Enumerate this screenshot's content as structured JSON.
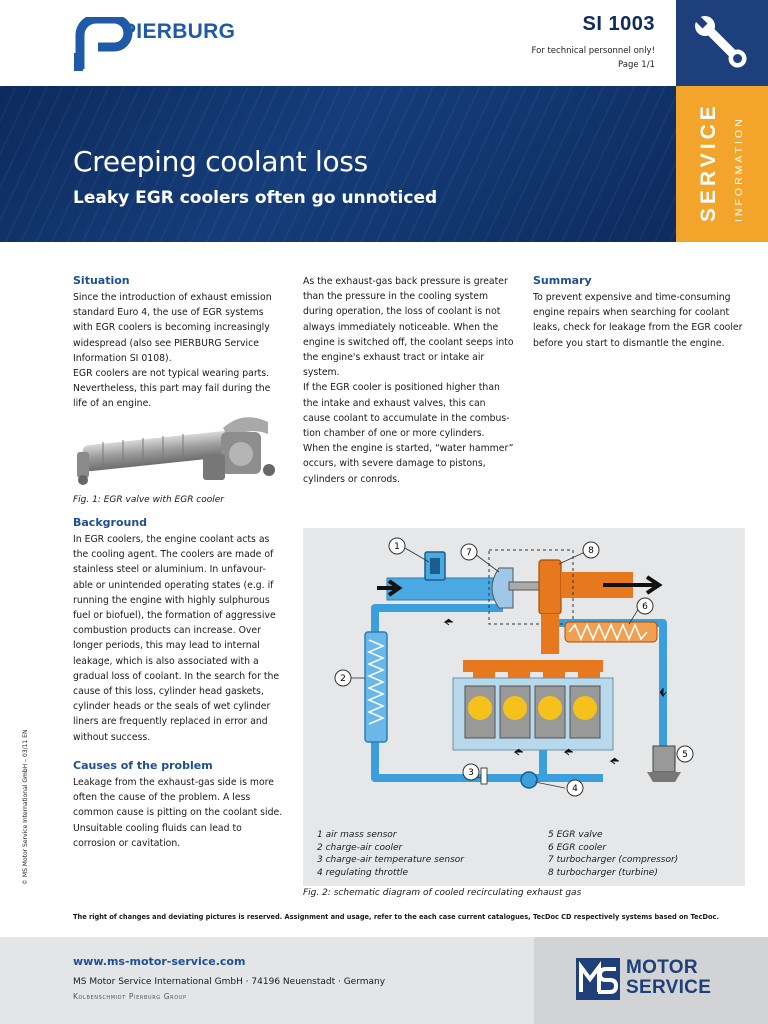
{
  "header": {
    "brand": "PIERBURG",
    "si_number": "SI 1003",
    "technical_note": "For technical personnel only!",
    "page": "Page 1/1",
    "service_label": "SERVICE",
    "information_label": "INFORMATION"
  },
  "banner": {
    "title": "Creeping coolant loss",
    "subtitle": "Leaky EGR coolers often go unnoticed"
  },
  "situation": {
    "heading": "Situation",
    "p1": "Since the introduction of exhaust emission standard Euro 4, the use of EGR systems with EGR coolers is becoming increasingly widespread (also see PIERBURG Service Information SI 0108).",
    "p2": "EGR coolers are not typical wearing parts. Nevertheless, this part may fail during the life of an engine."
  },
  "fig1": {
    "caption": "Fig. 1: EGR valve with EGR cooler"
  },
  "background": {
    "heading": "Background",
    "p1": "In EGR coolers, the engine coolant acts as the cooling agent. The coolers are made of stainless steel or aluminium. In unfavour-able or unintended operating states (e.g. if running the engine with highly sulphurous fuel or biofuel), the formation of aggressive combustion products can increase. Over longer periods, this may lead to internal leakage, which is also associated with a gradual loss of coolant. In the search for the cause of this loss, cylinder head gaskets, cylinder heads or the seals of wet cylinder liners are frequently replaced in error and without success."
  },
  "causes": {
    "heading": "Causes of the problem",
    "p1": "Leakage from the exhaust-gas side is more often the cause of the problem. A less common cause is pitting on the coolant side. Unsuitable cooling fluids can lead to corrosion or cavitation."
  },
  "middle": {
    "p1": "As the exhaust-gas back pressure is greater than the pressure in the cooling system during operation, the loss of coolant is not always immediately noticeable. When the engine is switched off, the coolant seeps into the engine's exhaust tract or intake air system.",
    "p2": "If the EGR cooler is positioned higher than the intake and exhaust valves, this can cause coolant to accumulate in the combus-tion chamber of one or more cylinders.",
    "p3": "When the engine is started, “water hammer” occurs, with severe damage to pistons, cylinders or conrods."
  },
  "summary": {
    "heading": "Summary",
    "p1": "To prevent expensive and time-consuming engine repairs when searching for coolant leaks, check for leakage from the EGR cooler before you start to dismantle the engine."
  },
  "fig2": {
    "caption": "Fig. 2: schematic diagram of cooled recirculating exhaust gas",
    "callouts": [
      "1",
      "2",
      "3",
      "4",
      "5",
      "6",
      "7",
      "8"
    ],
    "legend": [
      "1 air mass sensor",
      "2 charge-air cooler",
      "3 charge-air temperature sensor",
      "4 regulating throttle",
      "5 EGR valve",
      "6 EGR cooler",
      "7 turbocharger (compressor)",
      "8 turbocharger (turbine)"
    ]
  },
  "side_copyright": "© MS Motor Service International GmbH – 03/11 EN",
  "disclaimer": "The right of changes and deviating pictures is reserved. Assignment and usage, refer to the each case current catalogues, TecDoc CD respectively systems based on TecDoc.",
  "footer": {
    "url": "www.ms-motor-service.com",
    "address": "MS Motor Service International GmbH · 74196 Neuenstadt · Germany",
    "group": "Kolbenschmidt Pierburg Group",
    "brand_line1": "MOTOR",
    "brand_line2": "SERVICE"
  },
  "colors": {
    "navy": "#0c2a5c",
    "orange": "#f2a52a",
    "heading_blue": "#1e4f94",
    "coolant_blue": "#3a9fdc",
    "exhaust_orange": "#e8781e"
  }
}
